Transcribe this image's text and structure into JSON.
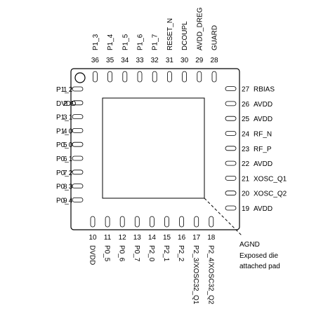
{
  "chip": {
    "colors": {
      "outline": "#000000",
      "background": "#ffffff"
    },
    "left_pins": [
      {
        "num": "1",
        "name": "P1_2"
      },
      {
        "num": "2",
        "name": "DVDD"
      },
      {
        "num": "3",
        "name": "P1_1"
      },
      {
        "num": "4",
        "name": "P1_0"
      },
      {
        "num": "5",
        "name": "P0_0"
      },
      {
        "num": "6",
        "name": "P0_1"
      },
      {
        "num": "7",
        "name": "P0_2"
      },
      {
        "num": "8",
        "name": "P0_3"
      },
      {
        "num": "9",
        "name": "P0_4"
      }
    ],
    "bottom_pins": [
      {
        "num": "10",
        "name": "DVDD"
      },
      {
        "num": "11",
        "name": "P0_5"
      },
      {
        "num": "12",
        "name": "P0_6"
      },
      {
        "num": "13",
        "name": "P0_7"
      },
      {
        "num": "14",
        "name": "P2_0"
      },
      {
        "num": "15",
        "name": "P2_1"
      },
      {
        "num": "16",
        "name": "P2_2"
      },
      {
        "num": "17",
        "name": "P2_3/XOSC32_Q1"
      },
      {
        "num": "18",
        "name": "P2_4/XOSC32_Q2"
      }
    ],
    "right_pins": [
      {
        "num": "19",
        "name": "AVDD"
      },
      {
        "num": "20",
        "name": "XOSC_Q2"
      },
      {
        "num": "21",
        "name": "XOSC_Q1"
      },
      {
        "num": "22",
        "name": "AVDD"
      },
      {
        "num": "23",
        "name": "RF_P"
      },
      {
        "num": "24",
        "name": "RF_N"
      },
      {
        "num": "25",
        "name": "AVDD"
      },
      {
        "num": "26",
        "name": "AVDD"
      },
      {
        "num": "27",
        "name": "RBIAS"
      }
    ],
    "top_pins": [
      {
        "num": "28",
        "name": "GUARD"
      },
      {
        "num": "29",
        "name": "AVDD_DREG"
      },
      {
        "num": "30",
        "name": "DCOUPL"
      },
      {
        "num": "31",
        "name": "RESET_N"
      },
      {
        "num": "32",
        "name": "P1_7"
      },
      {
        "num": "33",
        "name": "P1_6"
      },
      {
        "num": "34",
        "name": "P1_5"
      },
      {
        "num": "35",
        "name": "P1_4"
      },
      {
        "num": "36",
        "name": "P1_3"
      }
    ],
    "pad_label": {
      "line1": "AGND",
      "line2": "Exposed die",
      "line3": "attached pad"
    }
  }
}
